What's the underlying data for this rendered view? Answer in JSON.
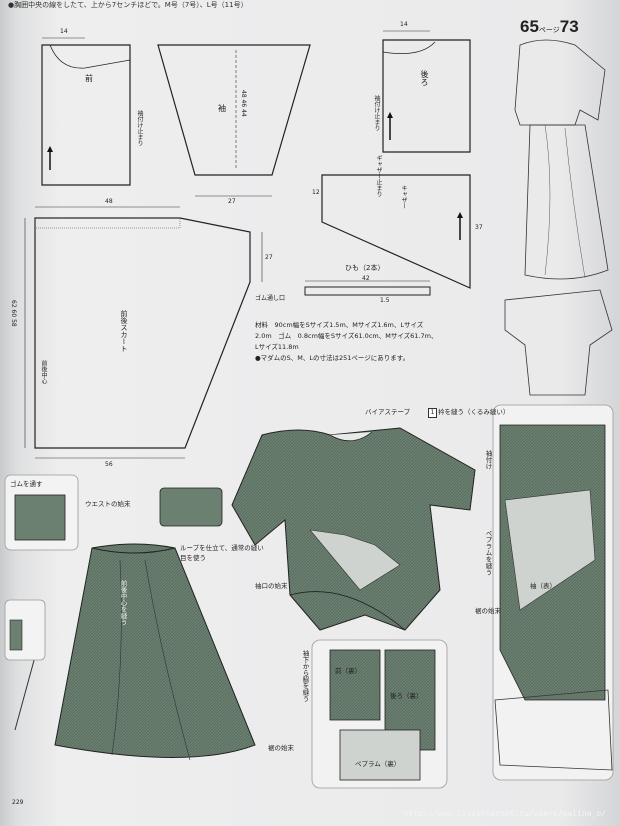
{
  "header": {
    "note": "●胸囲中央の線をしたて、上から7センチほどで。M号（7号）、L号（11号）",
    "page_left": "65",
    "page_label": "ページ",
    "page_right": "73"
  },
  "patterns": {
    "front": {
      "name": "前",
      "dim_top": "14",
      "dim_side": "袖付け止まり"
    },
    "sleeve": {
      "name": "袖",
      "dim_mid": "48 46 44",
      "dim_bottom": "27"
    },
    "back": {
      "name": "後ろ",
      "dim_top": "14",
      "dim_side": "袖付け止まり"
    },
    "back_side": {
      "name": "キャザー",
      "note": "ギャザー止まり",
      "dim_left": "12",
      "dim_right": "37"
    },
    "skirt": {
      "name": "前後スカート",
      "dim_top": "48",
      "dim_right": "27",
      "dim_bottom": "56",
      "dim_left": "62 60 58",
      "waist": "ゴム通し口",
      "center": "前後中心"
    },
    "string": {
      "name": "ひも（2本）",
      "length": "42",
      "width": "1.5"
    }
  },
  "materials": {
    "line1": "材料　90cm幅をSサイズ1.5m、Mサイズ1.6m、Lサイズ",
    "line2": "2.0m　ゴム　0.8cm幅をSサイズ61.0cm、Mサイズ61.7m、",
    "line3": "Lサイズ11.8m",
    "note": "●マダムのS、M、Lの寸法は251ページにあります。"
  },
  "labels": {
    "bias_tape": "バイアステープ",
    "step1": "衿を縫う（くるみ縫い）",
    "step3": "袖付け",
    "waist_gather": "ゴムを通す",
    "waist_end": "ウエストの始末",
    "loop": "ループを仕立て、通常の縫い目を使う",
    "peplum": "ペプラムを縫う",
    "hem": "裾の始末",
    "sleeve_stitch": "袖下から脇を縫う",
    "sleeve_hem": "袖口の始末",
    "peplum_back": "ペプラム（裏）",
    "front_back": "前（裏）",
    "back_ura": "後ろ（裏）",
    "sleeve_ura": "袖（表）",
    "hem_label": "裾の始末",
    "skirt_center": "前後中心を縫う"
  },
  "footer": {
    "page_number": "229",
    "url": "http://www.liveinternet.ru/users/galina_o/"
  }
}
